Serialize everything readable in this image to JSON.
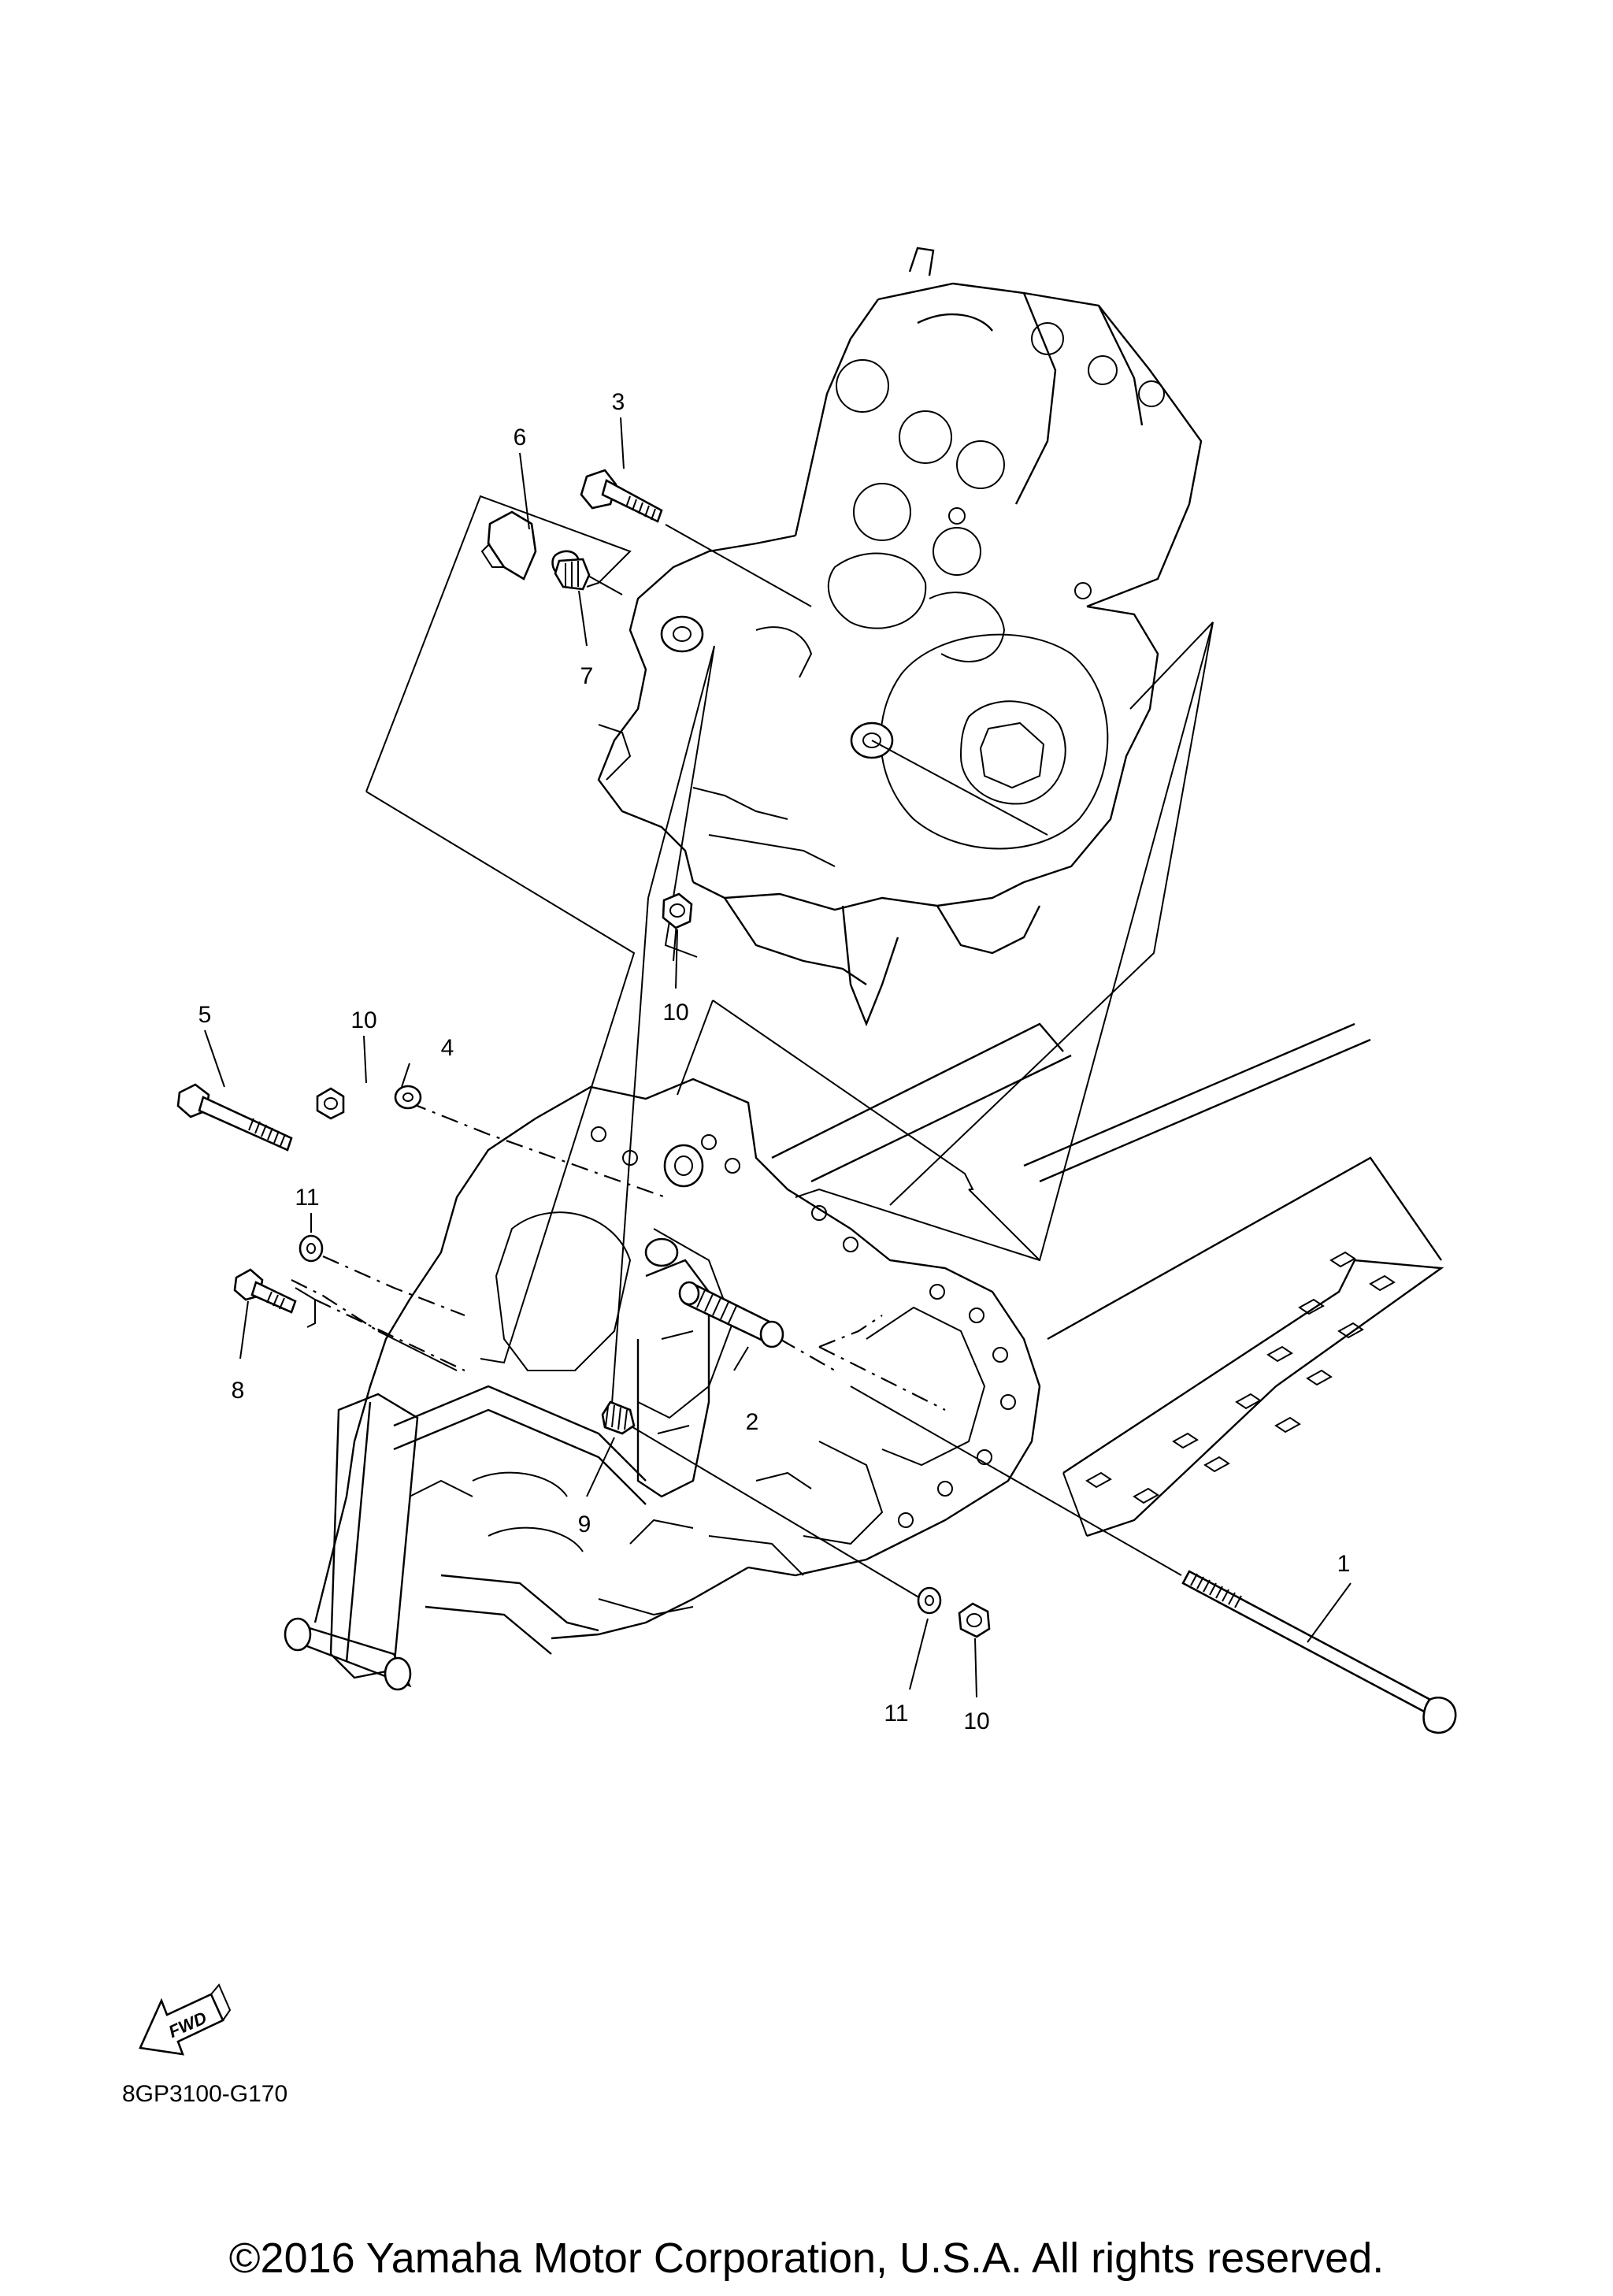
{
  "callouts": [
    {
      "id": "c1",
      "label": "1"
    },
    {
      "id": "c2",
      "label": "2"
    },
    {
      "id": "c3",
      "label": "3"
    },
    {
      "id": "c4",
      "label": "4"
    },
    {
      "id": "c5",
      "label": "5"
    },
    {
      "id": "c6",
      "label": "6"
    },
    {
      "id": "c7",
      "label": "7"
    },
    {
      "id": "c8",
      "label": "8"
    },
    {
      "id": "c9",
      "label": "9"
    },
    {
      "id": "c10a",
      "label": "10"
    },
    {
      "id": "c10b",
      "label": "10"
    },
    {
      "id": "c10c",
      "label": "10"
    },
    {
      "id": "c11a",
      "label": "11"
    },
    {
      "id": "c11b",
      "label": "11"
    }
  ],
  "fwd_label": "FWD",
  "drawing_code": "8GP3100-G170",
  "copyright": "©2016 Yamaha Motor Corporation, U.S.A. All rights reserved."
}
